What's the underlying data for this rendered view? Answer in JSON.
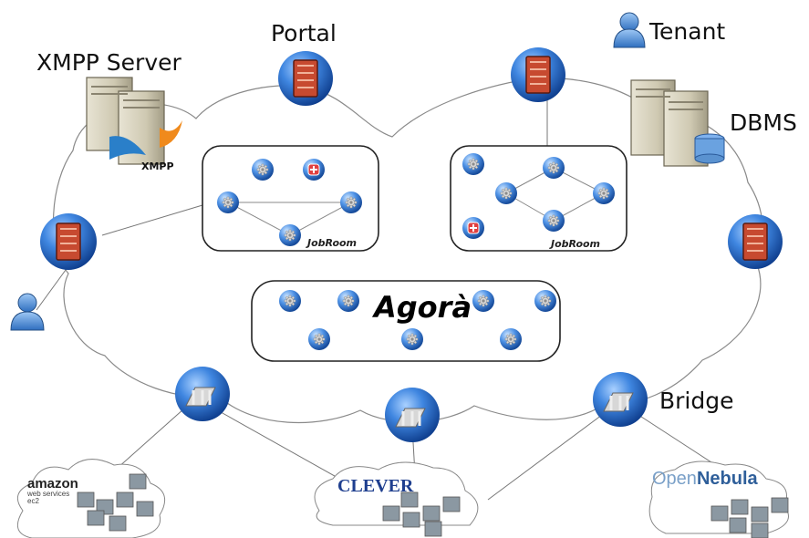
{
  "labels": {
    "portal": "Portal",
    "tenant": "Tenant",
    "xmpp_server": "XMPP Server",
    "xmpp_logo": "XMPP",
    "dbms": "DBMS",
    "agora": "Agorà",
    "jobroom_left": "JobRoom",
    "jobroom_right": "JobRoom",
    "bridge": "Bridge"
  },
  "clouds": {
    "amazon": {
      "name": "amazon",
      "line2": "web services",
      "line3": "ec2"
    },
    "clever": {
      "name": "CLEVER"
    },
    "opennebula": {
      "part1": "Open",
      "part2": "Nebula"
    }
  },
  "colors": {
    "node_blue": "#1f5fb8",
    "node_light": "#7fb2ee",
    "server_red": "#c0392b",
    "line": "#777777"
  }
}
